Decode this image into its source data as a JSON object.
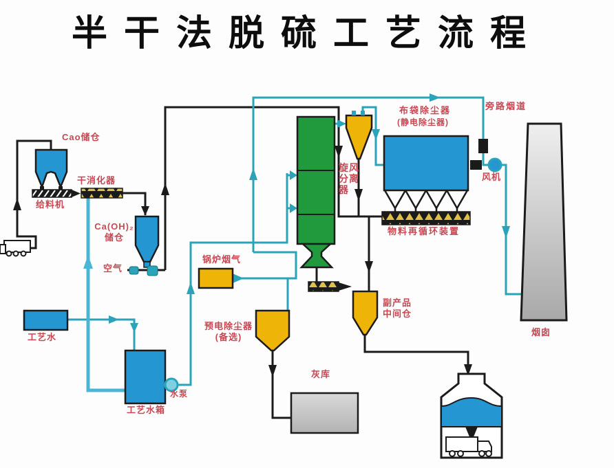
{
  "title": "半干法脱硫工艺流程",
  "labels": {
    "cao_silo": "Cao储仓",
    "feeder": "给料机",
    "dry_slaker": "干消化器",
    "caoh2_line1": "Ca(OH)₂",
    "caoh2_line2": "储仓",
    "air": "空气",
    "process_water": "工艺水",
    "process_water_tank": "工艺水箱",
    "water_pump": "水泵",
    "boiler_flue_gas": "锅炉烟气",
    "pre_esp_line1": "预电除尘器",
    "pre_esp_line2": "(备选)",
    "ash_silo": "灰库",
    "cyclone": "旋风分离器",
    "bag_filter_line1": "布袋除尘器",
    "bag_filter_line2": "(静电除尘器)",
    "bypass_duct": "旁路烟道",
    "fan": "风机",
    "recirculation": "物料再循环装置",
    "byproduct_line1": "副产品",
    "byproduct_line2": "中间仓",
    "stack": "烟囱"
  },
  "colors": {
    "vessel_blue": "#2497d3",
    "reactor_green": "#219a3e",
    "hopper_yellow": "#efb408",
    "pipe_teal": "#2ba3b8",
    "water_cyan": "#4ab5d4",
    "pipe_black": "#1b1b1b",
    "label_red": "#c94753",
    "ash_gray": "#c7c7c7",
    "stack_gray_top": "#efefef",
    "stack_gray_bottom": "#a9a9a9",
    "hatch_yellow": "#e0c04a"
  }
}
